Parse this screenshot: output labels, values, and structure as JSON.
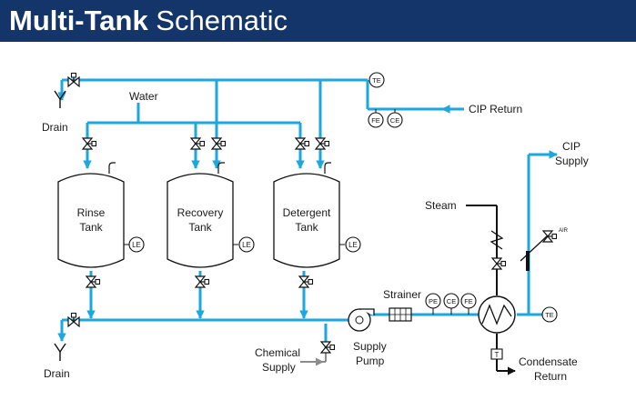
{
  "header": {
    "title_bold": "Multi-Tank",
    "title_rest": " Schematic"
  },
  "colors": {
    "header_bg": "#14356a",
    "pipe": "#1ba7df",
    "line": "#111111",
    "chem_line": "#8c8c8c"
  },
  "tanks": [
    {
      "line1": "Rinse",
      "line2": "Tank",
      "level": "LE"
    },
    {
      "line1": "Recovery",
      "line2": "Tank",
      "level": "LE"
    },
    {
      "line1": "Detergent",
      "line2": "Tank",
      "level": "LE"
    }
  ],
  "labels": {
    "water": "Water",
    "drain_top": "Drain",
    "drain_bottom": "Drain",
    "cip_return": "CIP Return",
    "cip_supply_1": "CIP",
    "cip_supply_2": "Supply",
    "steam": "Steam",
    "strainer": "Strainer",
    "chemical_1": "Chemical",
    "chemical_2": "Supply",
    "pump_1": "Supply",
    "pump_2": "Pump",
    "condensate_1": "Condensate",
    "condensate_2": "Return",
    "air": "AIR"
  },
  "instruments": {
    "te_top": "TE",
    "fe_top": "FE",
    "ce_top": "CE",
    "pe": "PE",
    "ce": "CE",
    "fe": "FE",
    "te_out": "TE",
    "trap": "T"
  }
}
